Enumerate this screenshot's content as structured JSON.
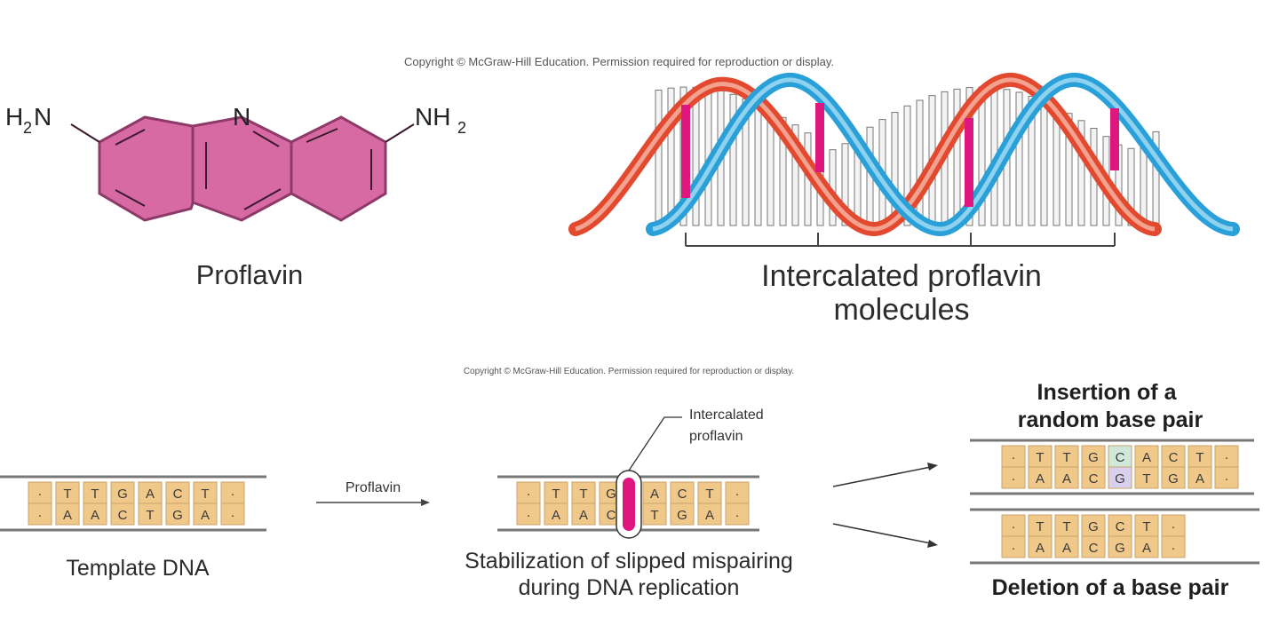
{
  "copyright_top": "Copyright © McGraw-Hill Education. Permission required for reproduction or display.",
  "copyright_bottom": "Copyright © McGraw-Hill Education. Permission required for reproduction or display.",
  "proflavin": {
    "label": "Proflavin",
    "nh2_left_main": "H",
    "nh2_left_sub": "2",
    "nh2_left_end": "N",
    "ring_n": "N",
    "nh2_right_main": "NH",
    "nh2_right_sub": "2"
  },
  "helix": {
    "caption_line1": "Intercalated proflavin",
    "caption_line2": "molecules",
    "colors": {
      "strand_a": "#e2492f",
      "strand_b": "#2aa0d8",
      "intercalator": "#e0167f"
    }
  },
  "template": {
    "label": "Template DNA",
    "top_bases": [
      "·",
      "T",
      "T",
      "G",
      "A",
      "C",
      "T",
      "·"
    ],
    "bottom_bases": [
      "·",
      "A",
      "A",
      "C",
      "T",
      "G",
      "A",
      "·"
    ]
  },
  "arrow_label": "Proflavin",
  "stabilization": {
    "callout_line1": "Intercalated",
    "callout_line2": "proflavin",
    "label_line1": "Stabilization of slipped mispairing",
    "label_line2": "during DNA replication",
    "top_left": [
      "·",
      "T",
      "T",
      "G"
    ],
    "top_right": [
      "A",
      "C",
      "T",
      "·"
    ],
    "bottom_left": [
      "·",
      "A",
      "A",
      "C"
    ],
    "bottom_right": [
      "T",
      "G",
      "A",
      "·"
    ]
  },
  "insertion": {
    "title_line1": "Insertion of a",
    "title_line2": "random base pair",
    "top_bases": [
      "·",
      "T",
      "T",
      "G",
      "C",
      "A",
      "C",
      "T",
      "·"
    ],
    "bottom_bases": [
      "·",
      "A",
      "A",
      "C",
      "G",
      "T",
      "G",
      "A",
      "·"
    ]
  },
  "deletion": {
    "title": "Deletion of a base pair",
    "top_bases": [
      "·",
      "T",
      "T",
      "G",
      "C",
      "T",
      "·"
    ],
    "bottom_bases": [
      "·",
      "A",
      "A",
      "C",
      "G",
      "A",
      "·"
    ]
  }
}
